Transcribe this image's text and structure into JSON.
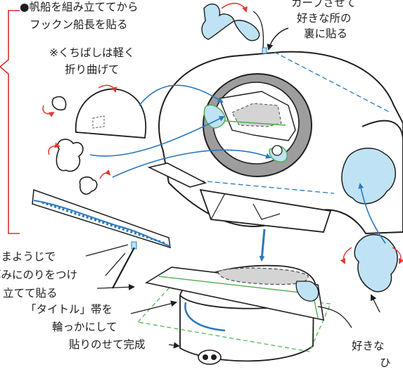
{
  "labels": {
    "step_title_l1": "●帆船を組み立ててから",
    "step_title_l2": "フックン船長を貼る",
    "beak_note_l1": "※くちばしは軽く",
    "beak_note_l2": "折り曲げて",
    "curve_l1": "カーブさせて",
    "curve_l2": "好きな所の",
    "curve_l3": "裏に貼る",
    "toothpick_l1": "つまようじで",
    "toothpick_l2": "厚みにのりをつけ",
    "toothpick_l3": "立てて貼る",
    "title_band_l1": "「タイトル」帯を",
    "title_band_l2": "輪っかにして",
    "title_band_l3": "貼りのせて完成",
    "free_place_l1": "好きな",
    "free_place_l2": "ひ"
  },
  "colors": {
    "bracket": "#d9302b",
    "arrow_blue": "#2a78be",
    "arrow_red": "#e03a31",
    "light_blue": "#bfe3f5",
    "green": "#4caf50",
    "grey_ring": "#9d9d9d"
  }
}
